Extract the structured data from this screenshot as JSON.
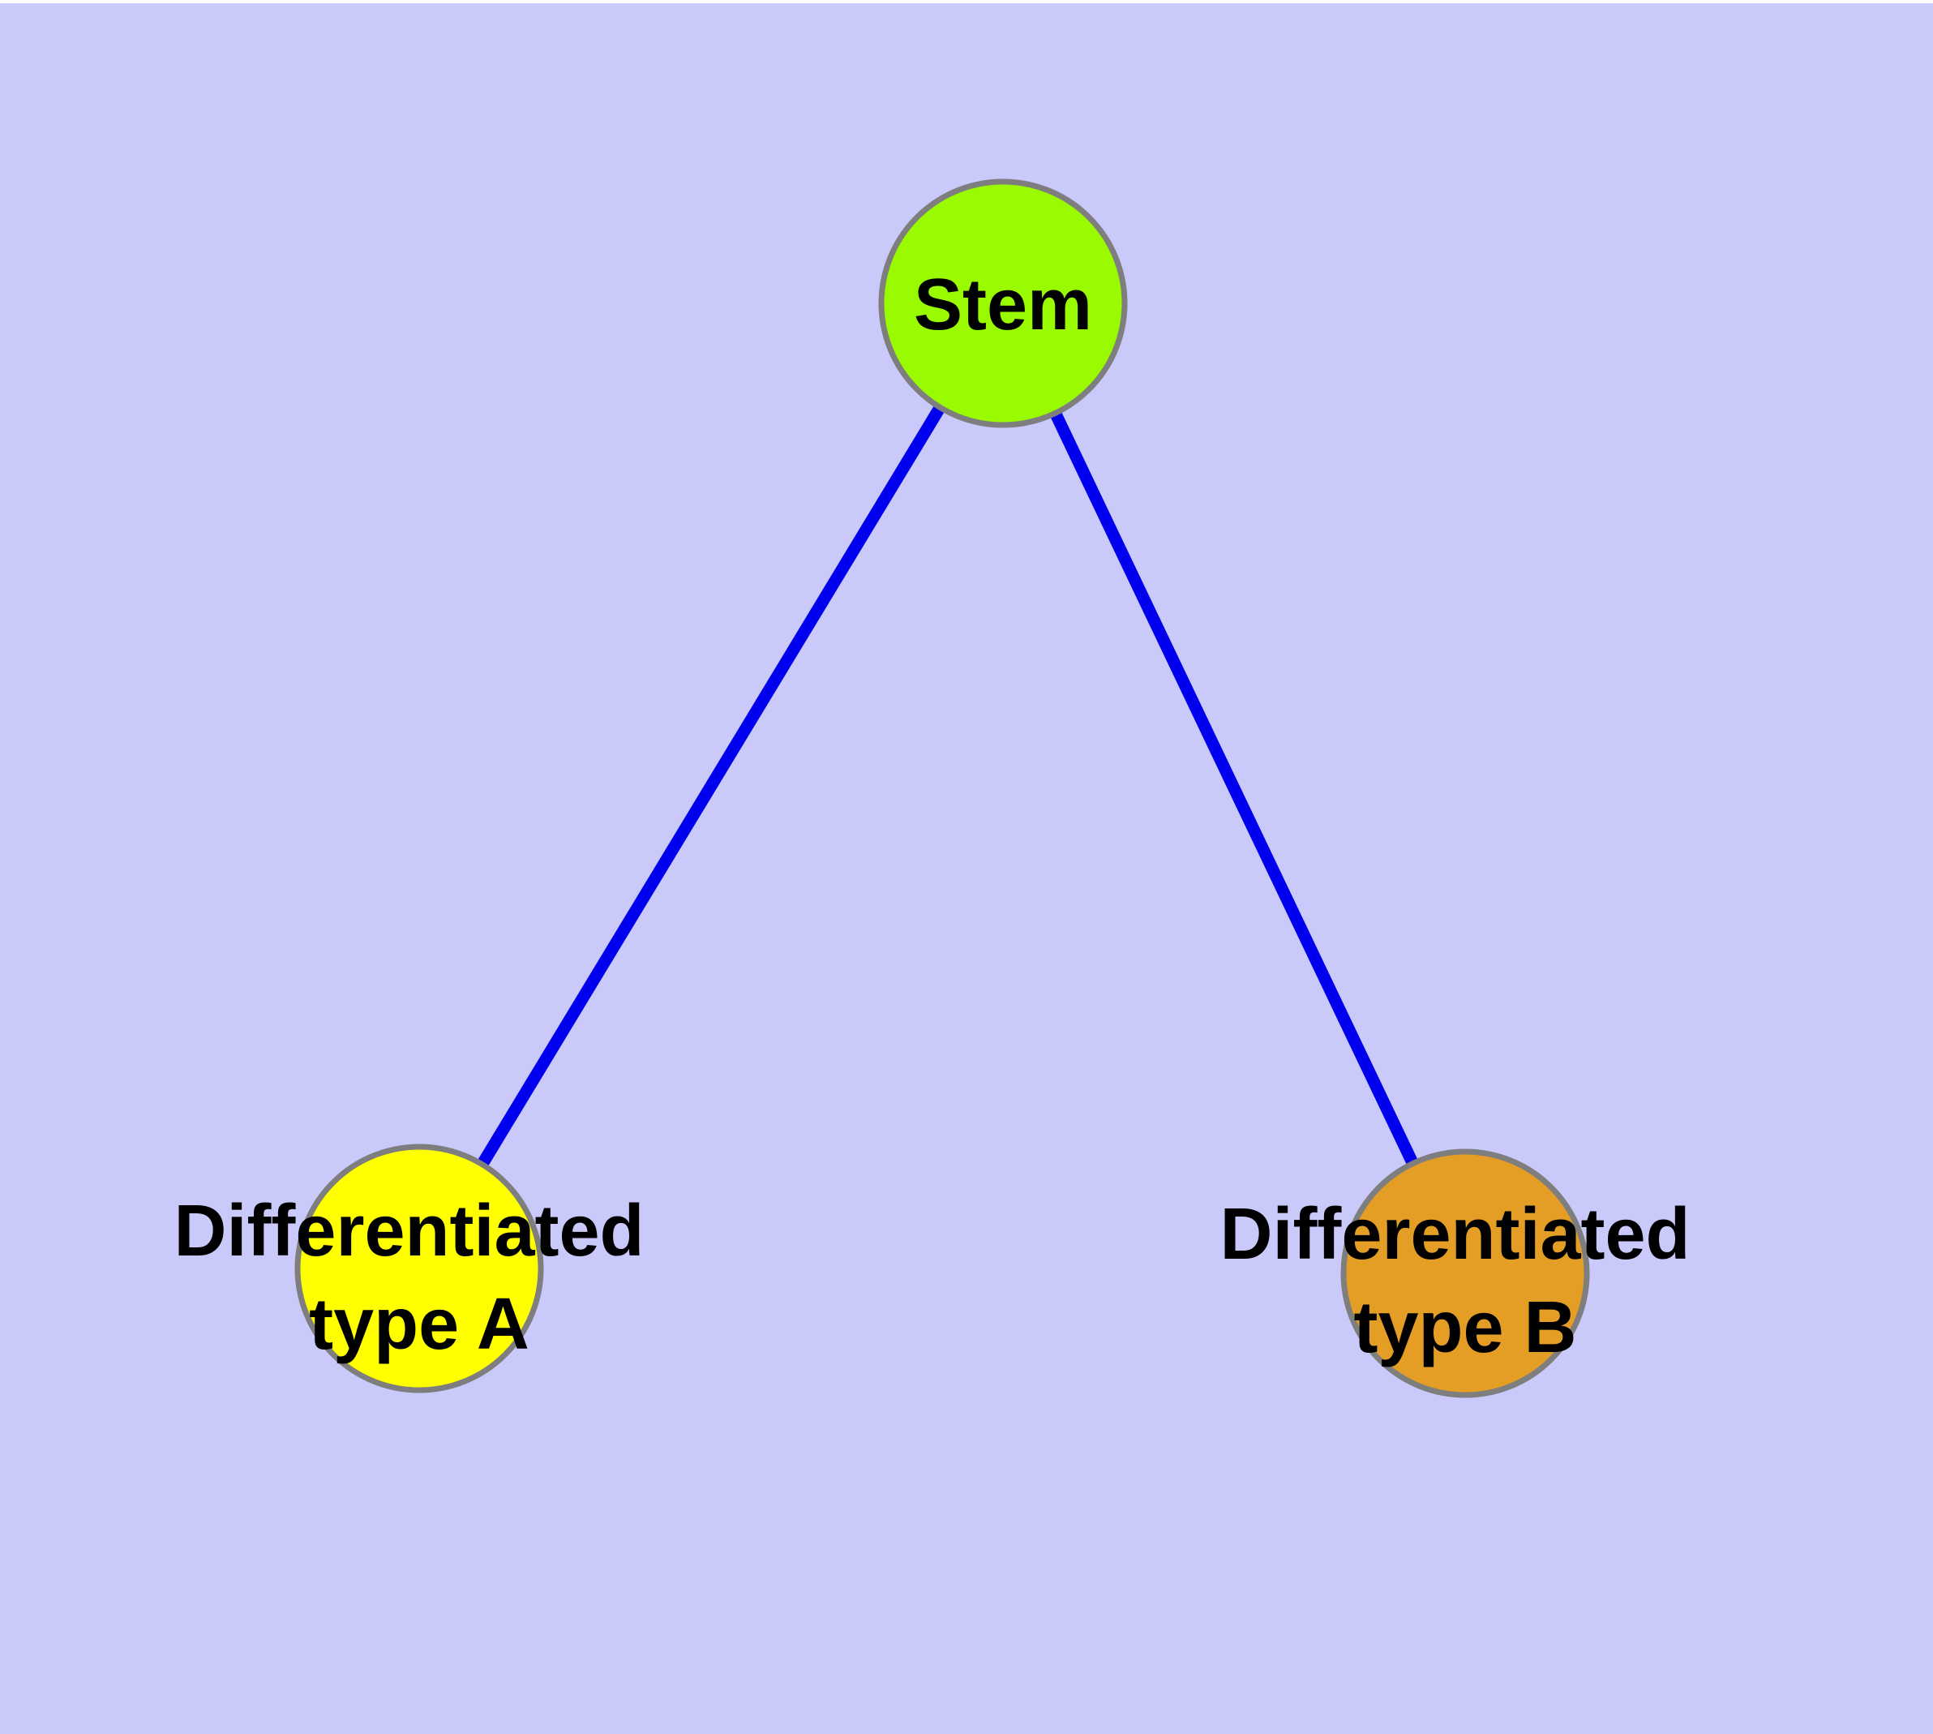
{
  "diagram": {
    "background_color": "#c9c9fa",
    "top_margin_color": "#ffffff",
    "edge_color": "#0000ee",
    "node_border_color": "#7e7e7e",
    "label_color": "#000000",
    "nodes": [
      {
        "id": "stem",
        "label": "Stem",
        "fill": "#9afa00"
      },
      {
        "id": "differentiated-type-a",
        "label_lines": [
          "Differentiated",
          "type A"
        ],
        "fill": "#ffff00"
      },
      {
        "id": "differentiated-type-b",
        "label_lines": [
          "Differentiated",
          "type B"
        ],
        "fill": "#e59e25"
      }
    ],
    "edges": [
      {
        "from": "Stem",
        "to": "Differentiated type A"
      },
      {
        "from": "Stem",
        "to": "Differentiated type B"
      }
    ]
  }
}
